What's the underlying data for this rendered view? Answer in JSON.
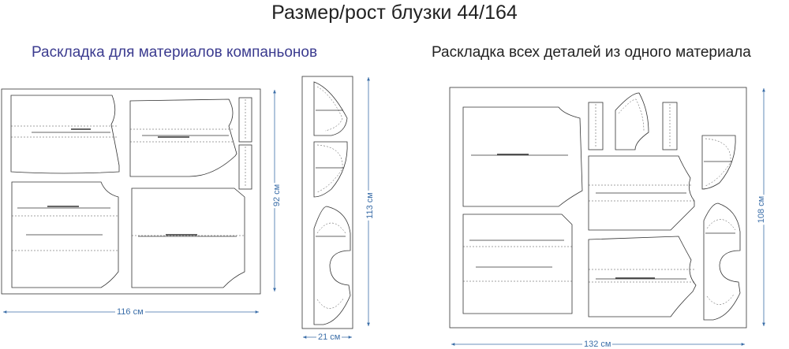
{
  "title": "Размер/рост блузки 44/164",
  "left_layout": {
    "heading": "Раскладка для материалов компаньонов",
    "main_width": "116 см",
    "main_height": "92 см",
    "narrow_width": "21 см",
    "narrow_height": "113 см"
  },
  "right_layout": {
    "heading": "Раскладка всех деталей из одного материала",
    "width": "132 см",
    "height": "108 см"
  },
  "colors": {
    "title": "#222222",
    "left_heading": "#3b3b8f",
    "dimension": "#3b6ea8",
    "outline": "#333333"
  }
}
